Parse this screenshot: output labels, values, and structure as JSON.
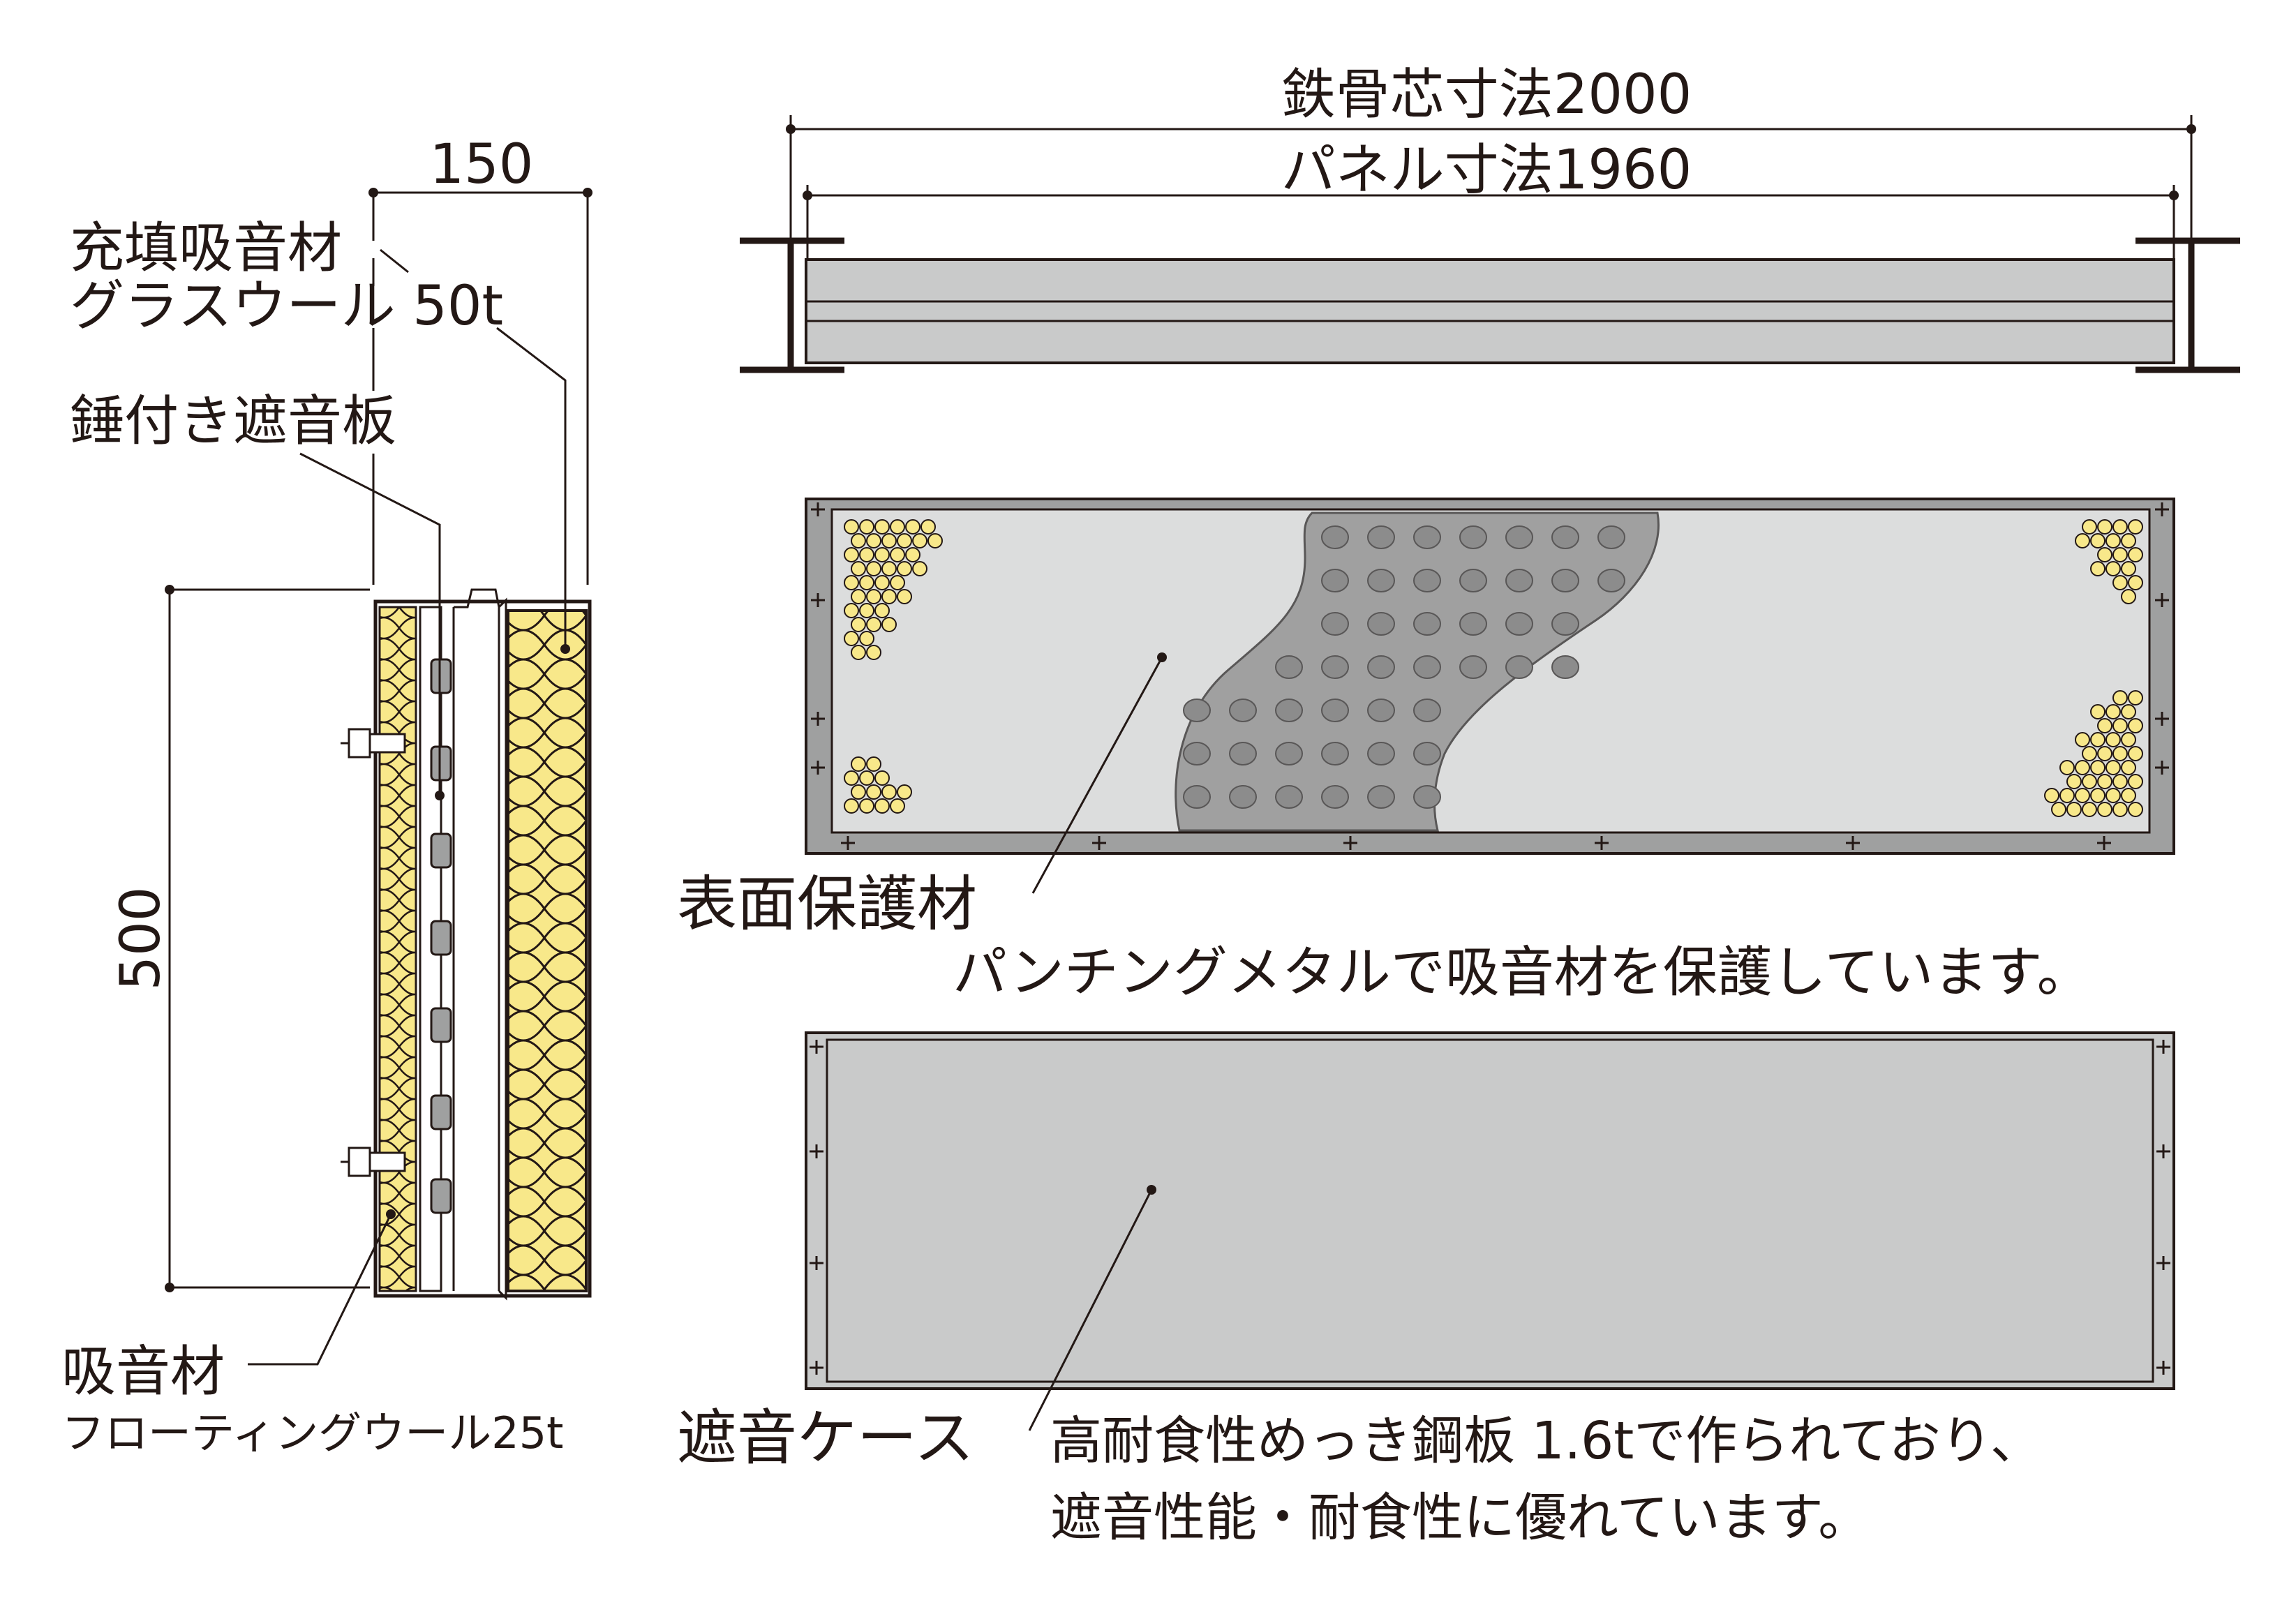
{
  "section": {
    "dim_width": "150",
    "dim_height": "500",
    "fill_material_name": "充填吸音材",
    "fill_material_spec": "グラスウール 50t",
    "weighted_plate": "錘付き遮音板",
    "absorber_name": "吸音材",
    "absorber_spec": "フローティングウール25t"
  },
  "top_view": {
    "steel_core_dim": "鉄骨芯寸法2000",
    "panel_dim": "パネル寸法1960"
  },
  "surface": {
    "title": "表面保護材",
    "description": "パンチングメタルで吸音材を保護しています。"
  },
  "case": {
    "title": "遮音ケース",
    "description_line1": "高耐食性めっき鋼板 1.6tで作られており、",
    "description_line2": "遮音性能・耐食性に優れています。"
  },
  "colors": {
    "line": "#231815",
    "panel_gray": "#c9caca",
    "dark_gray": "#8c8c8c",
    "insulation_yellow": "#f8e88a"
  }
}
